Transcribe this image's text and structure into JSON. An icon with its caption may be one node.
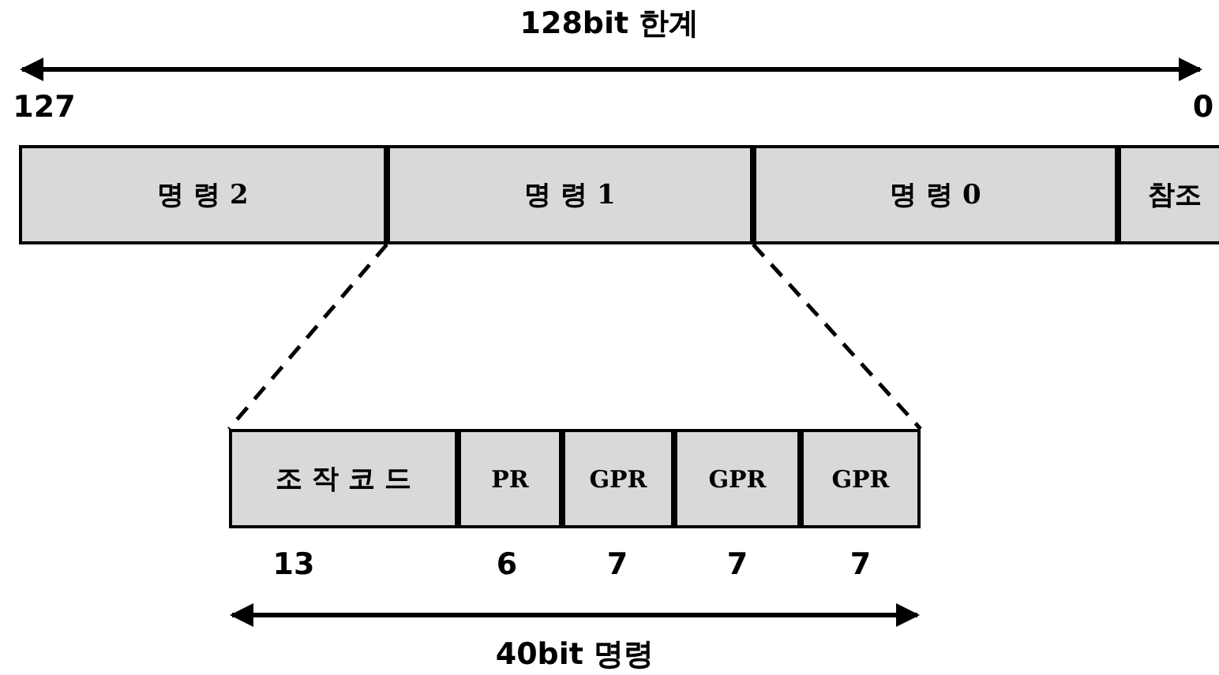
{
  "diagram": {
    "nodes": [
      {
        "text": [
          "명 령 2"
        ]
      },
      {
        "text": [
          "명 령 1"
        ]
      },
      {
        "text": [
          "명 령 0"
        ]
      },
      {
        "text": [
          "참조"
        ]
      },
      {
        "text": [
          "조 작 코 드"
        ]
      },
      {
        "text": [
          "PR"
        ]
      },
      {
        "text": [
          "GPR"
        ]
      },
      {
        "text": [
          "GPR"
        ]
      },
      {
        "text": [
          "GPR"
        ]
      }
    ],
    "edges": [
      {
        "from": 1,
        "to": 4,
        "arrow": "none",
        "style": "dashed"
      },
      {
        "from": 1,
        "to": 8,
        "arrow": "none",
        "style": "dashed"
      }
    ],
    "labels": [
      "128bit 한계",
      "127",
      "0",
      "13",
      "6",
      "7",
      "7",
      "7",
      "40bit 명령"
    ]
  }
}
